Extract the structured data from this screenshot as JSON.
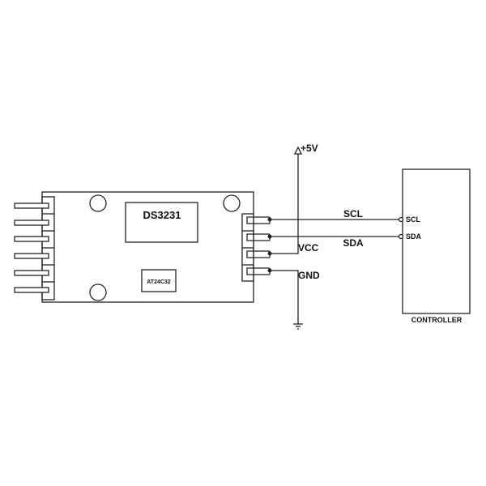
{
  "module": {
    "chip_label": "DS3231",
    "eeprom_label": "AT24C32"
  },
  "power": {
    "supply_label": "+5V",
    "vcc_label": "VCC",
    "gnd_label": "GND"
  },
  "signals": {
    "scl_label": "SCL",
    "sda_label": "SDA"
  },
  "controller": {
    "title": "CONTROLLER",
    "pins": [
      "SCL",
      "SDA"
    ]
  },
  "colors": {
    "line": "#222222",
    "background": "#ffffff"
  }
}
